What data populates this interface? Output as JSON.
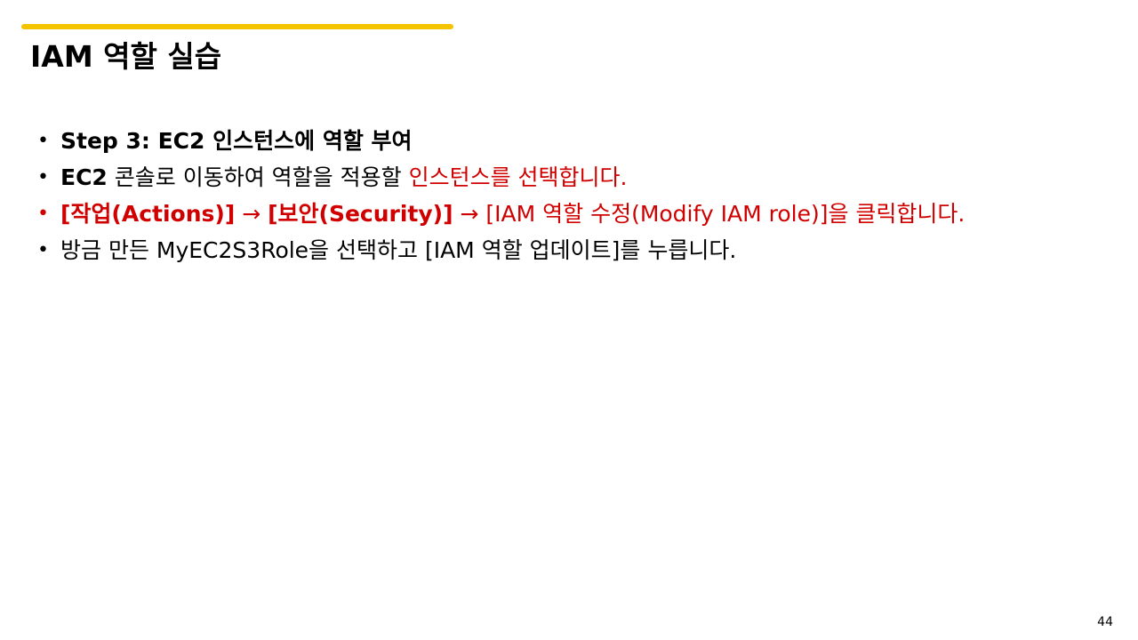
{
  "colors": {
    "accent": "#F5C400",
    "highlight": "#D00000",
    "text": "#000000"
  },
  "slide": {
    "title": "IAM 역할 실습",
    "page_number": "44",
    "bullets": [
      {
        "step_bold": "Step 3: EC2 인스턴스에 역할 부여"
      },
      {
        "lead_bold": "EC2",
        "text": " 콘솔로 이동하여 역할을 적용할 ",
        "highlight": "인스턴스를 선택합니다."
      },
      {
        "part1_bold": "[작업(Actions)]",
        "arrow1": " → ",
        "part2_bold": "[보안(Security)]",
        "arrow2": " → ",
        "rest": "[IAM 역할 수정(Modify IAM role)]을 클릭합니다."
      },
      {
        "text": "방금 만든 MyEC2S3Role을 선택하고 [IAM 역할 업데이트]를 누릅니다."
      }
    ]
  }
}
